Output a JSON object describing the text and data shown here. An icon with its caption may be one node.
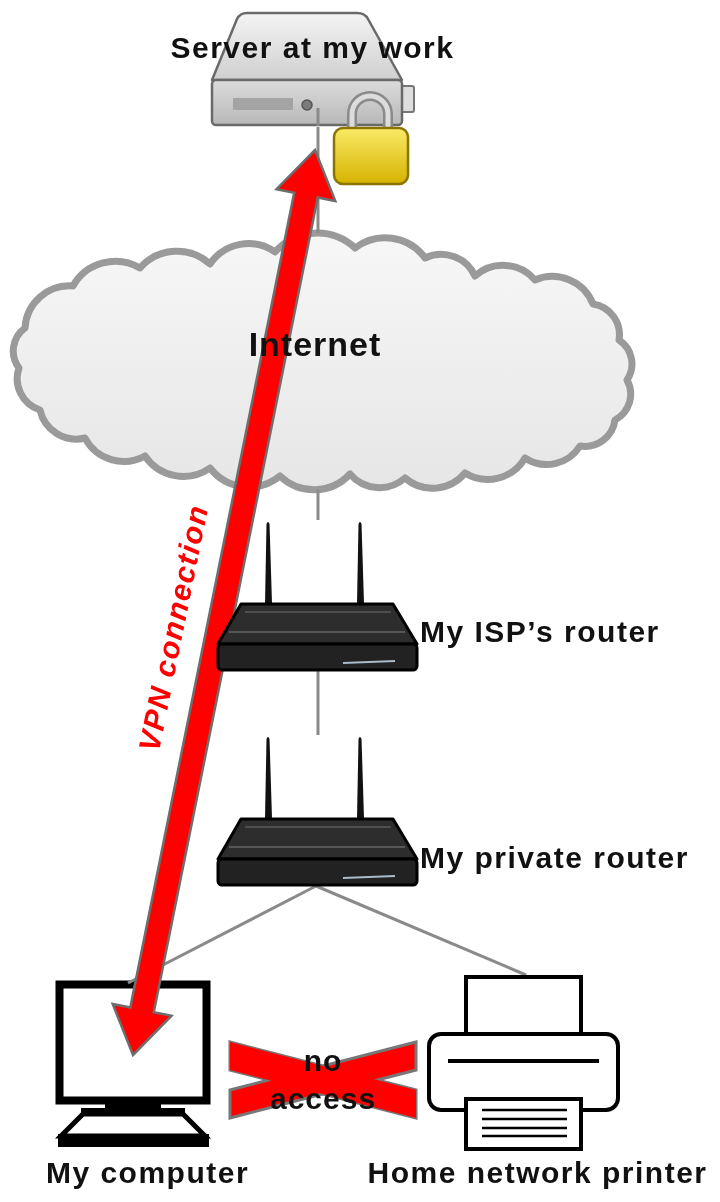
{
  "diagram": {
    "nodes": [
      {
        "text": [
          "Server at my work"
        ]
      },
      {
        "text": [
          "Internet"
        ]
      },
      {
        "text": [
          "My ISP’s router"
        ]
      },
      {
        "text": [
          "My private router"
        ]
      },
      {
        "text": [
          "My computer"
        ]
      },
      {
        "text": [
          "Home network printer"
        ]
      },
      {
        "text": [
          "no access"
        ]
      }
    ],
    "edges": [
      {
        "from": 0,
        "to": 1,
        "arrow": "none"
      },
      {
        "from": 1,
        "to": 2,
        "arrow": "none"
      },
      {
        "from": 2,
        "to": 3,
        "arrow": "none"
      },
      {
        "from": 3,
        "to": 4,
        "arrow": "none"
      },
      {
        "from": 3,
        "to": 5,
        "arrow": "none"
      },
      {
        "from": 4,
        "to": 0,
        "arrow": "both",
        "label": "VPN connection",
        "style": "thick",
        "color": "#ff0000"
      }
    ]
  }
}
